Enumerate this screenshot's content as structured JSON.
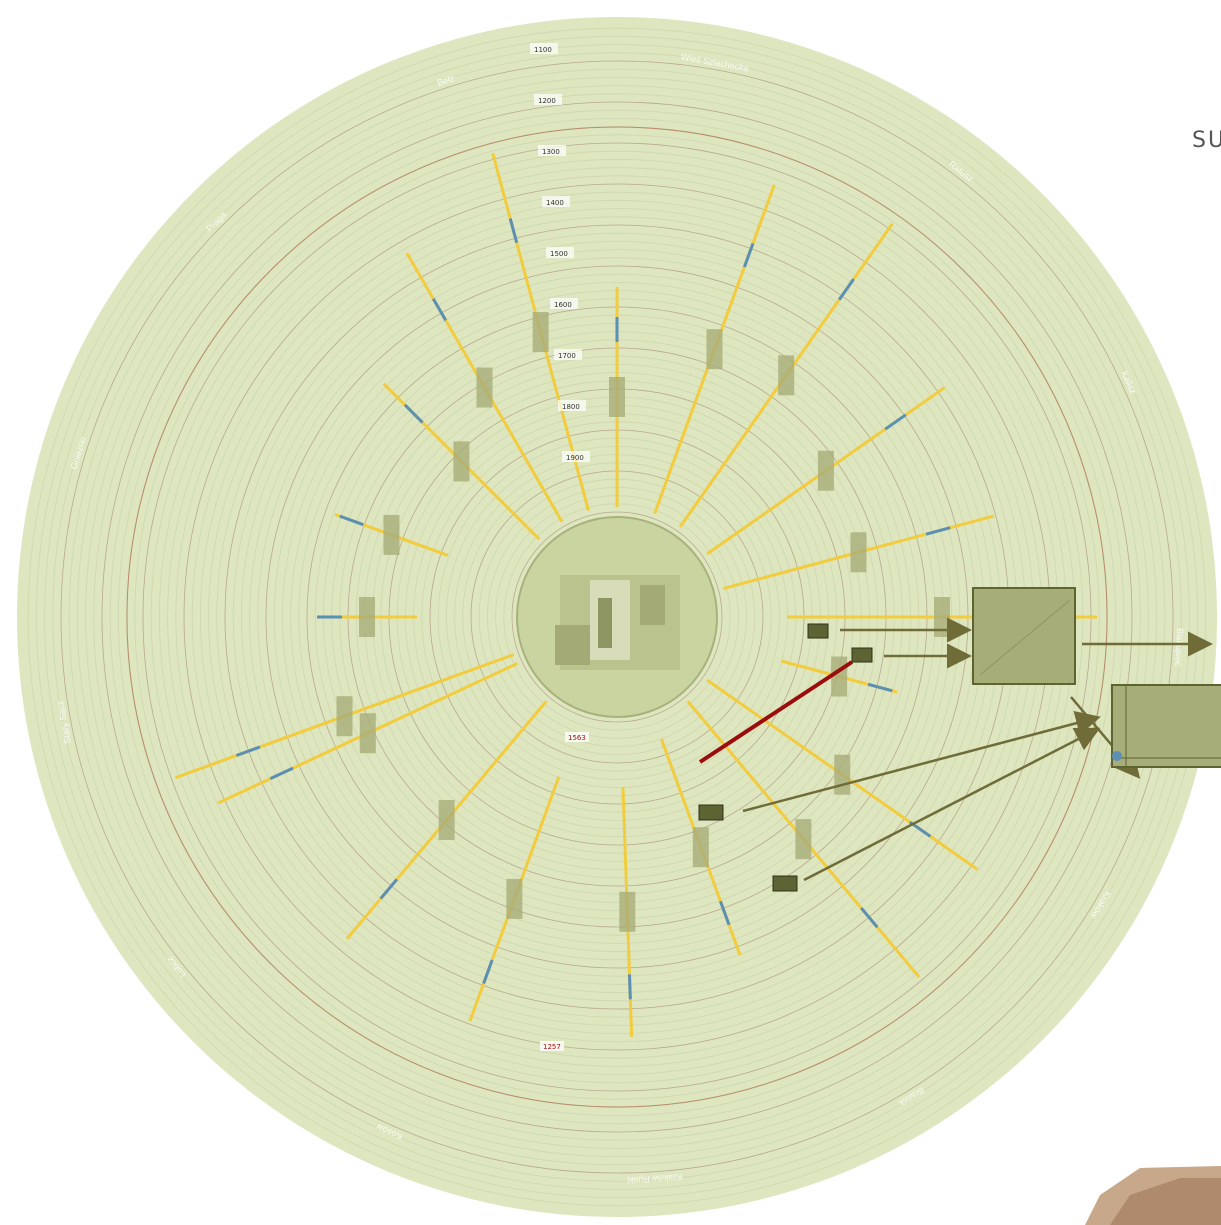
{
  "corner_text": "SU",
  "ring_years": [
    "1100",
    "1200",
    "1300",
    "1400",
    "1500",
    "1600",
    "1700",
    "1800",
    "1900"
  ],
  "ray_labels": [
    "Wieś Szlachecka",
    "Ratusz",
    "Kalisz",
    "Biskupiec",
    "Kraków",
    "Brańsk",
    "Kraków Ruski",
    "Kosów",
    "Lubcz",
    "Stary Sącz",
    "Gniezno",
    "Praga",
    "Bełz"
  ],
  "red_markers": [
    "1563",
    "1257"
  ],
  "colors": {
    "disc": "#dde6bf",
    "disc_inner": "#c9d4a0",
    "ring_line": "#b9c28f",
    "ray_yellow": "#f2cc3d",
    "ray_blue": "#5b8fb3",
    "ray_red": "#b84a3a",
    "highlight_red": "#9b0d0d",
    "arrow": "#6f6c38",
    "block": "#a7ad78",
    "block_dark": "#5d6332"
  }
}
